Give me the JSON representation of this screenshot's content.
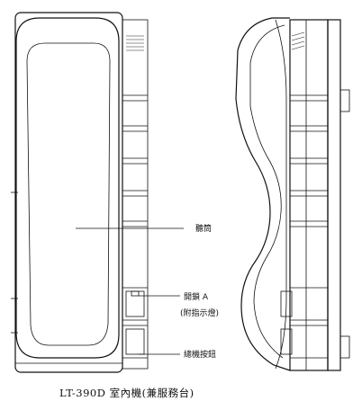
{
  "labels": {
    "handset": "聽筒",
    "unlock": "開鎖 A",
    "indicator": "(附指示燈)",
    "call_button": "總機按鈕"
  },
  "caption": "LT-390D 室內機(兼服務台)"
}
